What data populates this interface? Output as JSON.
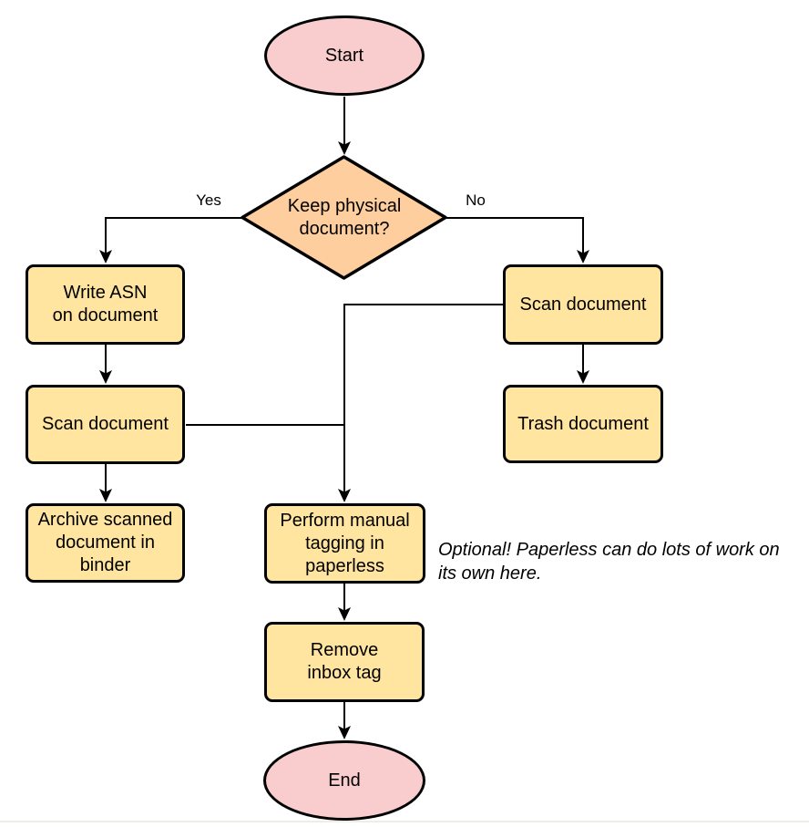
{
  "diagram_type": "flowchart",
  "colors": {
    "terminator_fill": "#F9CDCD",
    "decision_fill": "#FFCE9F",
    "process_fill": "#FFE5A0",
    "stroke": "#000000",
    "background": "#FFFFFF"
  },
  "nodes": {
    "start": {
      "type": "terminator",
      "label": "Start"
    },
    "decision": {
      "type": "decision",
      "label": "Keep physical\ndocument?"
    },
    "write_asn": {
      "type": "process",
      "label": "Write ASN\non document"
    },
    "scan_left": {
      "type": "process",
      "label": "Scan document"
    },
    "archive": {
      "type": "process",
      "label": "Archive scanned\ndocument in\nbinder"
    },
    "scan_right": {
      "type": "process",
      "label": "Scan document"
    },
    "trash": {
      "type": "process",
      "label": "Trash document"
    },
    "tagging": {
      "type": "process",
      "label": "Perform manual\ntagging in\npaperless"
    },
    "remove_inbox": {
      "type": "process",
      "label": "Remove\ninbox tag"
    },
    "end": {
      "type": "terminator",
      "label": "End"
    }
  },
  "edge_labels": {
    "yes": "Yes",
    "no": "No"
  },
  "edges": [
    {
      "from": "start",
      "to": "decision",
      "label": ""
    },
    {
      "from": "decision",
      "to": "write_asn",
      "label": "Yes"
    },
    {
      "from": "decision",
      "to": "scan_right",
      "label": "No"
    },
    {
      "from": "write_asn",
      "to": "scan_left",
      "label": ""
    },
    {
      "from": "scan_left",
      "to": "archive",
      "label": ""
    },
    {
      "from": "scan_right",
      "to": "trash",
      "label": ""
    },
    {
      "from": "scan_right",
      "to": "tagging",
      "label": ""
    },
    {
      "from": "scan_left",
      "to": "tagging",
      "label": ""
    },
    {
      "from": "tagging",
      "to": "remove_inbox",
      "label": ""
    },
    {
      "from": "remove_inbox",
      "to": "end",
      "label": ""
    }
  ],
  "annotation": {
    "text": "Optional! Paperless can do lots of work on\nits own here."
  }
}
